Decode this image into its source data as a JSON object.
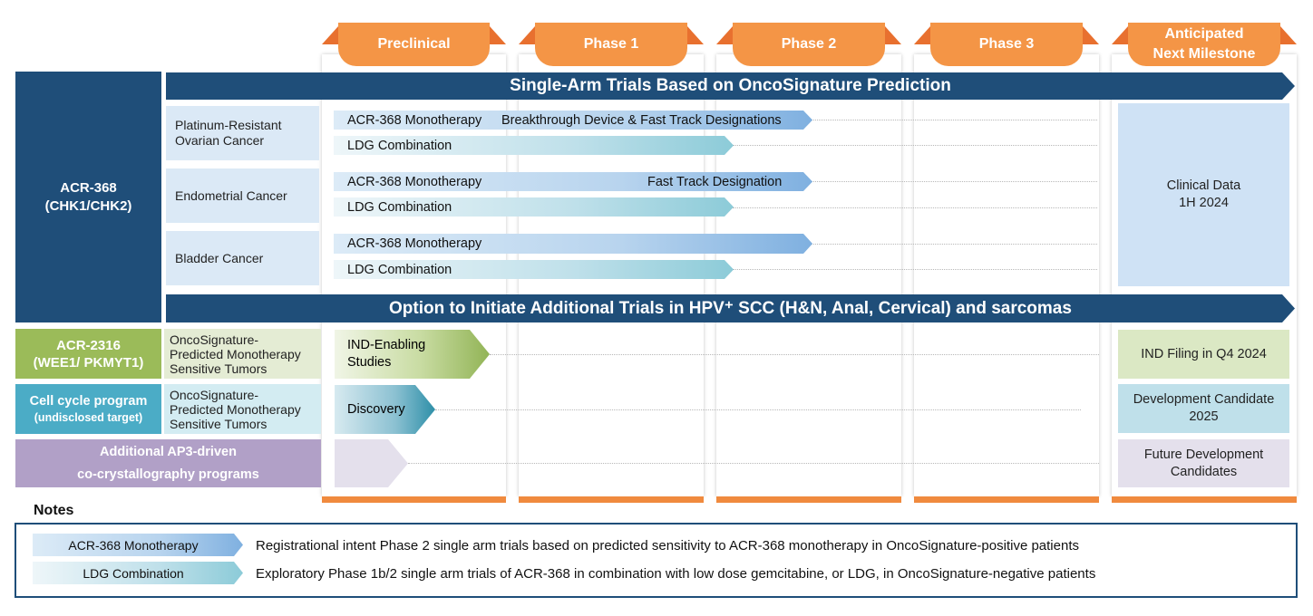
{
  "columns": {
    "preclinical": "Preclinical",
    "phase1": "Phase 1",
    "phase2": "Phase 2",
    "phase3": "Phase 3",
    "milestone_line1": "Anticipated",
    "milestone_line2": "Next Milestone"
  },
  "banner_top": "Single-Arm Trials Based on OncoSignature Prediction",
  "banner_bottom": "Option to Initiate Additional Trials in HPV⁺ SCC (H&N, Anal, Cervical) and sarcomas",
  "acr368": {
    "name": "ACR-368",
    "targets": "(CHK1/CHK2)",
    "indications": [
      {
        "name_line1": "Platinum-Resistant",
        "name_line2": "Ovarian Cancer",
        "mono_label": "ACR-368 Monotherapy",
        "mono_note": "Breakthrough Device & Fast Track Designations",
        "ldg_label": "LDG Combination"
      },
      {
        "name_line1": "Endometrial Cancer",
        "name_line2": "",
        "mono_label": "ACR-368 Monotherapy",
        "mono_note": "Fast Track Designation",
        "ldg_label": "LDG Combination"
      },
      {
        "name_line1": "Bladder Cancer",
        "name_line2": "",
        "mono_label": "ACR-368 Monotherapy",
        "mono_note": "",
        "ldg_label": "LDG Combination"
      }
    ],
    "milestone_line1": "Clinical Data",
    "milestone_line2": "1H 2024"
  },
  "acr2316": {
    "name": "ACR-2316",
    "targets": "(WEE1/ PKMYT1)",
    "indication_line1": "OncoSignature-",
    "indication_line2": "Predicted Monotherapy",
    "indication_line3": "Sensitive Tumors",
    "stage_line1": "IND-Enabling",
    "stage_line2": "Studies",
    "milestone": "IND Filing in Q4 2024"
  },
  "cellcycle": {
    "name": "Cell cycle program",
    "targets": "(undisclosed target)",
    "indication_line1": "OncoSignature-",
    "indication_line2": "Predicted Monotherapy",
    "indication_line3": "Sensitive Tumors",
    "stage": "Discovery",
    "milestone_line1": "Development Candidate",
    "milestone_line2": "2025"
  },
  "ap3": {
    "name_line1": "Additional AP3-driven",
    "name_line2": "co-crystallography programs",
    "milestone_line1": "Future Development",
    "milestone_line2": "Candidates"
  },
  "notes": {
    "title": "Notes",
    "mono_legend": "ACR-368 Monotherapy",
    "mono_text": "Registrational intent Phase 2 single arm trials based on predicted sensitivity to ACR-368 monotherapy in OncoSignature-positive patients",
    "ldg_legend": "LDG Combination",
    "ldg_text": "Exploratory Phase 1b/2 single arm trials of ACR-368 in combination with low dose gemcitabine, or LDG, in OncoSignature-negative patients"
  },
  "colors": {
    "navy": "#1f4e79",
    "orange": "#f49546",
    "green": "#9bbb59",
    "teal": "#4bacc6",
    "purple": "#b1a0c7"
  }
}
